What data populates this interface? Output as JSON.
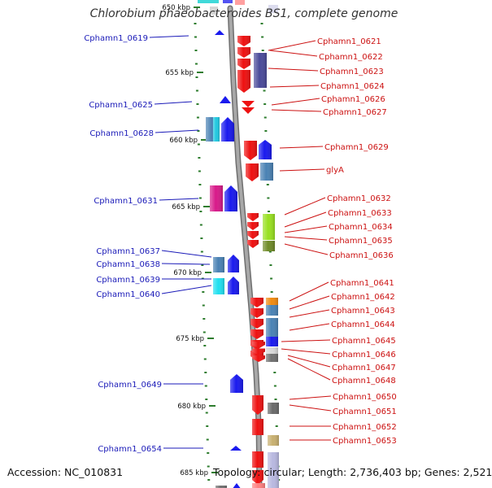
{
  "title": "Chlorobium phaeobacteroides BS1, complete genome",
  "footer": {
    "accession": "Accession: NC_010831",
    "summary": "Topology: circular; Length: 2,736,403 bp; Genes: 2,521"
  },
  "colors": {
    "left_label": "#1a1ab8",
    "right_label": "#cc1111",
    "ruler": "#2e7d2e",
    "backbone": "#8f8f8f"
  },
  "ruler_labels": [
    "650 kbp",
    "655 kbp",
    "660 kbp",
    "665 kbp",
    "670 kbp",
    "675 kbp",
    "680 kbp",
    "685 kbp"
  ],
  "left_genes": [
    "Cphamn1_0619",
    "Cphamn1_0625",
    "Cphamn1_0628",
    "Cphamn1_0631",
    "Cphamn1_0637",
    "Cphamn1_0638",
    "Cphamn1_0639",
    "Cphamn1_0640",
    "Cphamn1_0649",
    "Cphamn1_0654"
  ],
  "right_genes": [
    "Cphamn1_0621",
    "Cphamn1_0622",
    "Cphamn1_0623",
    "Cphamn1_0624",
    "Cphamn1_0626",
    "Cphamn1_0627",
    "Cphamn1_0629",
    "glyA",
    "Cphamn1_0632",
    "Cphamn1_0633",
    "Cphamn1_0634",
    "Cphamn1_0635",
    "Cphamn1_0636",
    "Cphamn1_0641",
    "Cphamn1_0642",
    "Cphamn1_0643",
    "Cphamn1_0644",
    "Cphamn1_0645",
    "Cphamn1_0646",
    "Cphamn1_0647",
    "Cphamn1_0648",
    "Cphamn1_0650",
    "Cphamn1_0651",
    "Cphamn1_0652",
    "Cphamn1_0653"
  ]
}
